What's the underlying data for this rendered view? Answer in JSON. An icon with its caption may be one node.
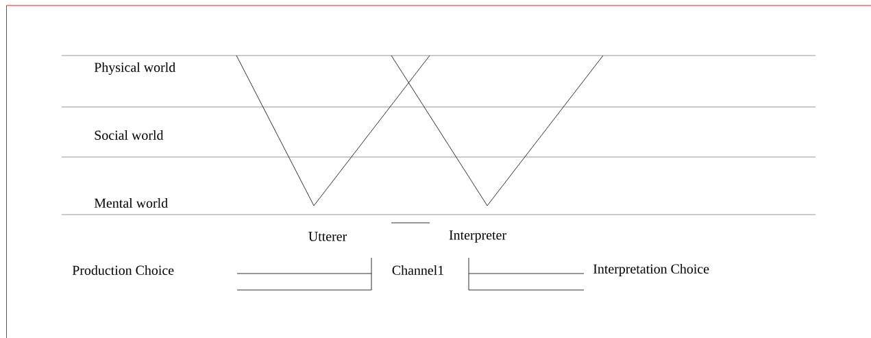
{
  "diagram": {
    "labels": [
      "Physical world",
      "Social world",
      "Mental world",
      "Utterer",
      "Interpreter",
      "Production Choice",
      "Channel1",
      "Interpretation Choice"
    ]
  }
}
